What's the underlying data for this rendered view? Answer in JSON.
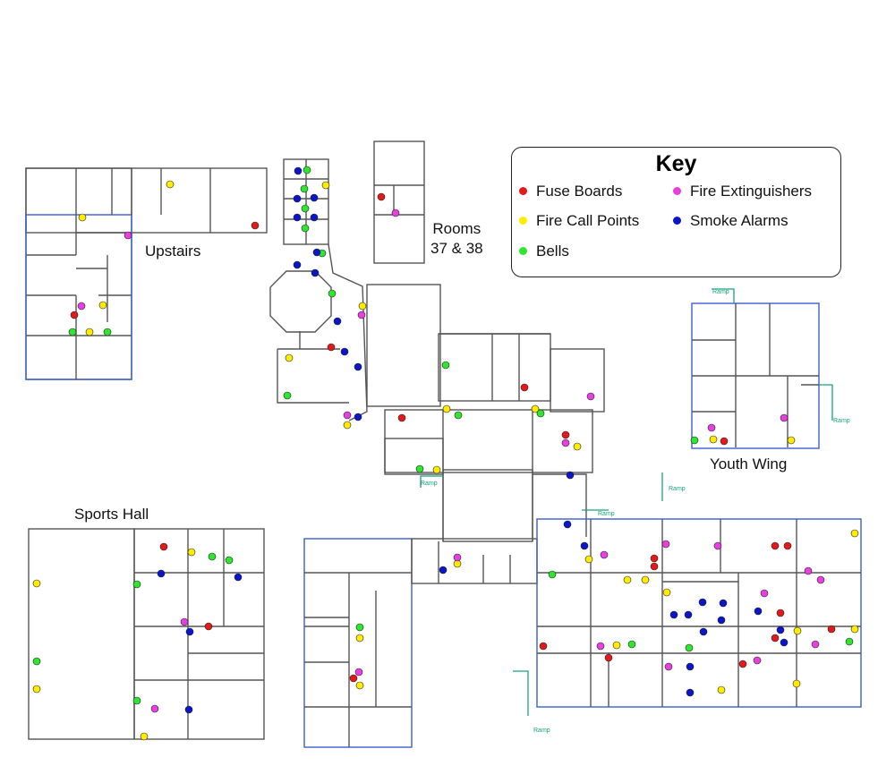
{
  "key": {
    "title": "Key",
    "items": [
      {
        "id": "fuse",
        "label": "Fuse Boards",
        "color": "#e31a1c"
      },
      {
        "id": "call",
        "label": "Fire Call Points",
        "color": "#ffec00"
      },
      {
        "id": "bell",
        "label": "Bells",
        "color": "#2ee62e"
      },
      {
        "id": "ext",
        "label": "Fire Extinguishers",
        "color": "#e83fe0"
      },
      {
        "id": "smoke",
        "label": "Smoke Alarms",
        "color": "#0b16c8"
      }
    ]
  },
  "areas": {
    "upstairs": "Upstairs",
    "rooms_line1": "Rooms",
    "rooms_line2": "37 & 38",
    "youth_wing": "Youth Wing",
    "sports_hall": "Sports Hall"
  },
  "ramps": [
    "Ramp",
    "Ramp",
    "Ramp",
    "Ramp",
    "Ramp",
    "Ramp"
  ]
}
